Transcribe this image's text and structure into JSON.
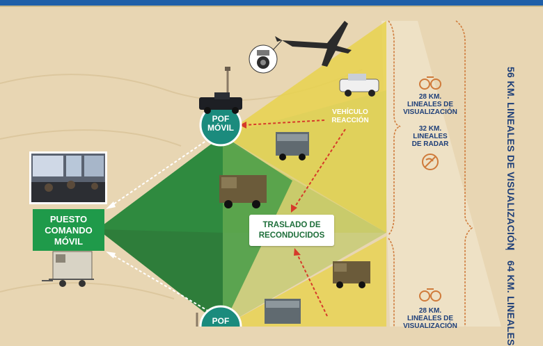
{
  "command_post": {
    "line1": "PUESTO",
    "line2": "COMANDO",
    "line3": "MÓVIL"
  },
  "pof_top": {
    "line1": "POF",
    "line2": "MÓVIL"
  },
  "pof_bottom": {
    "line1": "POF"
  },
  "reaction_vehicle": {
    "line1": "VEHÍCULO",
    "line2": "REACCIÓN"
  },
  "transfer": {
    "line1": "TRASLADO DE",
    "line2": "RECONDUCIDOS"
  },
  "top_section": {
    "visual_value": "28 KM.",
    "visual_line1": "LINEALES DE",
    "visual_line2": "VISUALIZACIÓN",
    "radar_value": "32 KM.",
    "radar_line1": "LINEALES",
    "radar_line2": "DE RADAR"
  },
  "bottom_section": {
    "visual_value": "28 KM.",
    "visual_line1": "LINEALES DE",
    "visual_line2": "VISUALIZACIÓN"
  },
  "vertical_text": {
    "text1": "56 KM. LINEALES DE VISUALIZACIÓN",
    "separator": "|",
    "text2": "64 KM. LINEALES"
  },
  "colors": {
    "green": "#1f9a4a",
    "dark_green": "#2e7d3a",
    "yellow": "#e7d24e",
    "teal": "#1b8b7d",
    "navy": "#1d3e78",
    "red": "#d63a2a"
  },
  "icons": [
    "binoculars-icon",
    "radar-icon",
    "airplane-icon",
    "camera-icon",
    "truck-icon",
    "pickup-icon",
    "tower-icon"
  ]
}
